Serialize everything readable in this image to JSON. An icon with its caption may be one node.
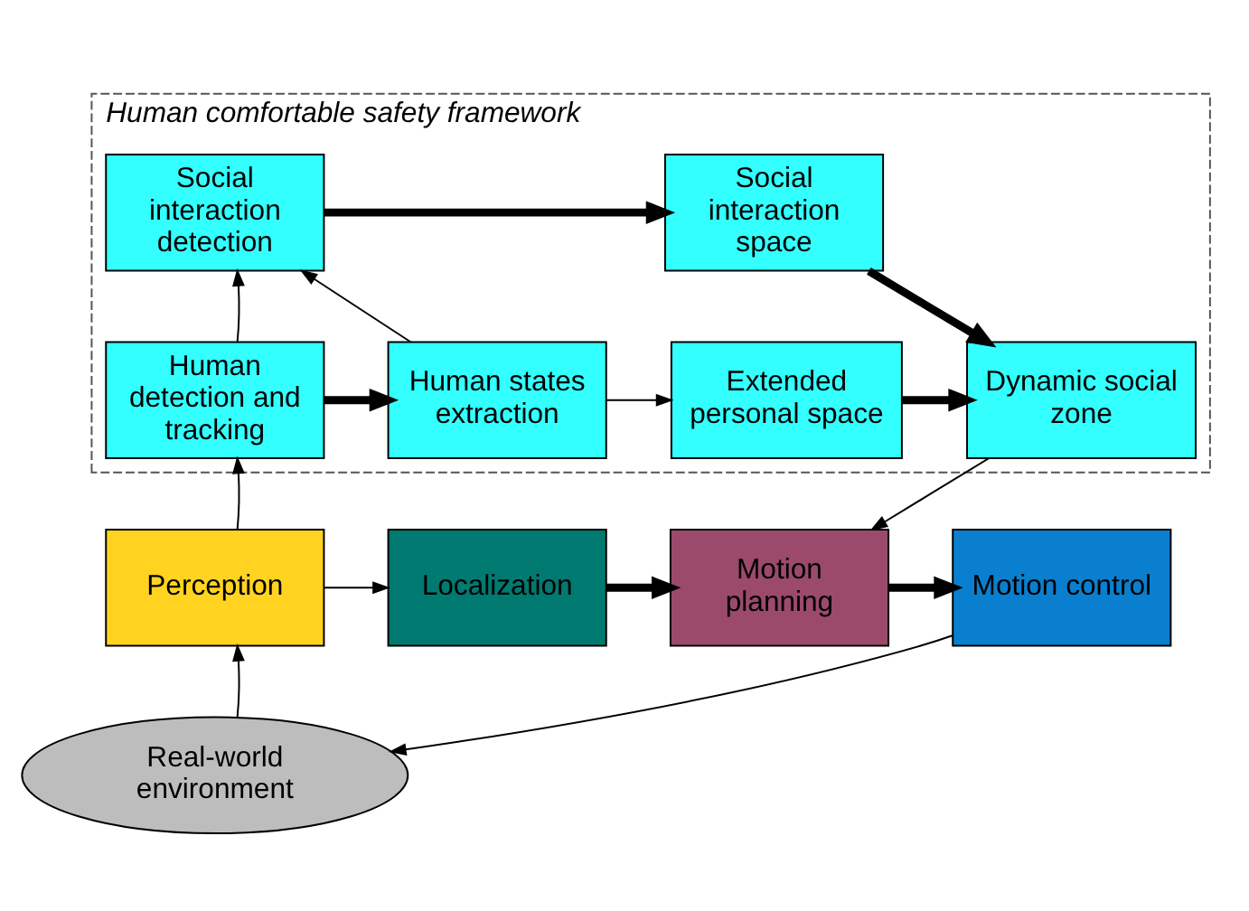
{
  "diagram": {
    "nodes": [
      {
        "text": [
          "Human comfortable safety framework"
        ]
      },
      {
        "text": [
          "Social interaction detection"
        ],
        "in": 0
      },
      {
        "text": [
          "Social interaction space"
        ],
        "in": 0
      },
      {
        "text": [
          "Human detection and tracking"
        ],
        "in": 0
      },
      {
        "text": [
          "Human states extraction"
        ],
        "in": 0
      },
      {
        "text": [
          "Extended personal space"
        ],
        "in": 0
      },
      {
        "text": [
          "Dynamic social zone"
        ],
        "in": 0
      },
      {
        "text": [
          "Perception"
        ]
      },
      {
        "text": [
          "Localization"
        ]
      },
      {
        "text": [
          "Motion planning"
        ]
      },
      {
        "text": [
          "Motion control"
        ]
      },
      {
        "text": [
          "Real-world environment"
        ]
      }
    ],
    "edges": [
      {
        "from": 3,
        "to": 1,
        "arrow": "to"
      },
      {
        "from": 4,
        "to": 1,
        "arrow": "to"
      },
      {
        "from": 1,
        "to": 2,
        "arrow": "to",
        "style": "thick"
      },
      {
        "from": 2,
        "to": 6,
        "arrow": "to",
        "style": "thick"
      },
      {
        "from": 3,
        "to": 4,
        "arrow": "to",
        "style": "thick"
      },
      {
        "from": 4,
        "to": 5,
        "arrow": "to"
      },
      {
        "from": 5,
        "to": 6,
        "arrow": "to",
        "style": "thick"
      },
      {
        "from": 6,
        "to": 9,
        "arrow": "to"
      },
      {
        "from": 7,
        "to": 3,
        "arrow": "to"
      },
      {
        "from": 7,
        "to": 8,
        "arrow": "to"
      },
      {
        "from": 8,
        "to": 9,
        "arrow": "to",
        "style": "thick"
      },
      {
        "from": 9,
        "to": 10,
        "arrow": "to",
        "style": "thick"
      },
      {
        "from": 10,
        "to": 11,
        "arrow": "to"
      },
      {
        "from": 11,
        "to": 7,
        "arrow": "to"
      }
    ]
  }
}
